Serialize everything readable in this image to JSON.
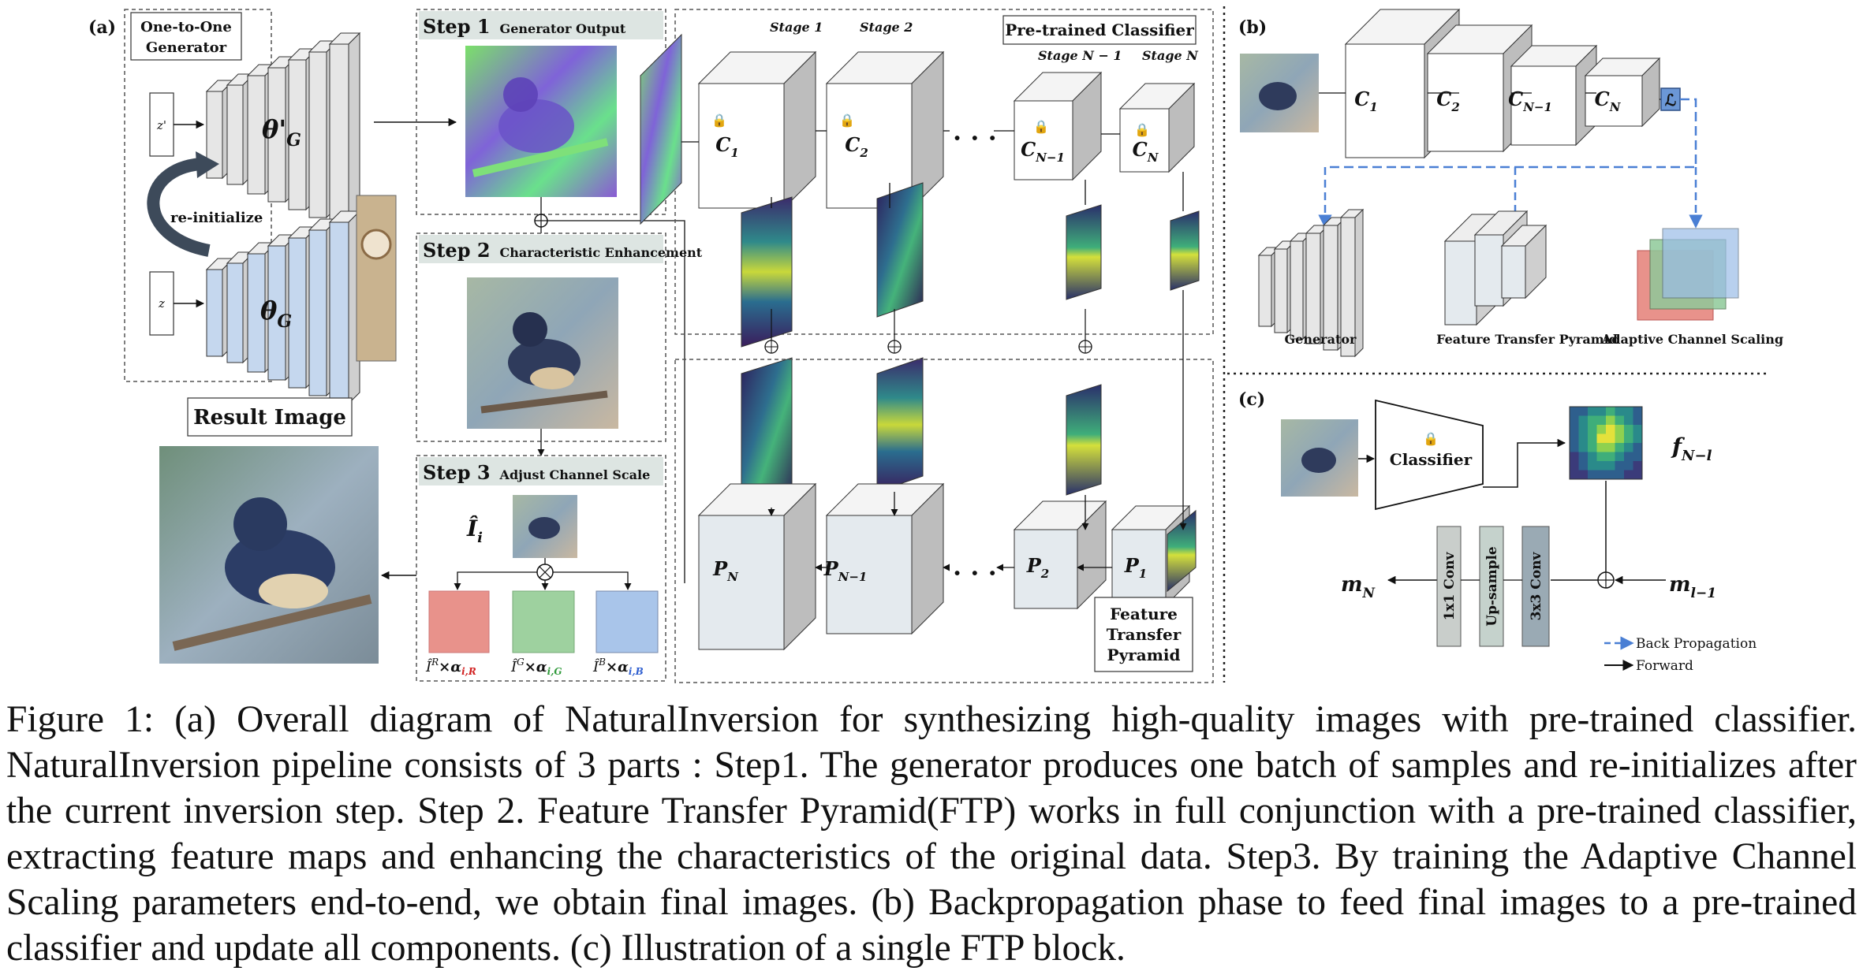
{
  "panel_a": {
    "label": "(a)",
    "generator_title_l1": "One-to-One",
    "generator_title_l2": "Generator",
    "z_prime": "z'",
    "z": "z",
    "theta_prime": "θ'",
    "theta": "θ",
    "theta_sub": "G",
    "reinit_label": "re-initialize",
    "step1_num": "Step 1",
    "step1_title": "Generator Output",
    "step2_num": "Step 2",
    "step2_title": "Characteristic Enhancement",
    "step3_num": "Step 3",
    "step3_title": "Adjust Channel Scale",
    "result_title": "Result Image",
    "i_hat": "Î",
    "i_sub": "i",
    "classifier_title": "Pre-trained Classifier",
    "stage1": "Stage 1",
    "stage2": "Stage 2",
    "stageN1": "Stage N − 1",
    "stageN": "Stage N",
    "c1": "C",
    "c1_sub": "1",
    "c2": "C",
    "c2_sub": "2",
    "cN1": "C",
    "cN1_sub": "N−1",
    "cN": "C",
    "cN_sub": "N",
    "pN": "P",
    "pN_sub": "N",
    "pN1": "P",
    "pN1_sub": "N−1",
    "p2": "P",
    "p2_sub": "2",
    "p1": "P",
    "p1_sub": "1",
    "ellipsis": "· · ·",
    "ftp_l1": "Feature",
    "ftp_l2": "Transfer",
    "ftp_l3": "Pyramid",
    "scale_R_label": "×α",
    "scale_R_sub": "i,R",
    "scale_G_sub": "i,G",
    "scale_B_sub": "i,B",
    "ch_R": "R",
    "ch_G": "G",
    "ch_B": "B"
  },
  "panel_b": {
    "label": "(b)",
    "c1": "C",
    "c1_sub": "1",
    "c2": "C",
    "c2_sub": "2",
    "cN1": "C",
    "cN1_sub": "N−1",
    "cN": "C",
    "cN_sub": "N",
    "loss": "ℒ",
    "generator": "Generator",
    "ftp": "Feature Transfer Pyramid",
    "acs": "Adaptive Channel Scaling"
  },
  "panel_c": {
    "label": "(c)",
    "classifier": "Classifier",
    "f_label": "f",
    "f_sub": "N−l",
    "conv1": "1x1 Conv",
    "upsample": "Up-sample",
    "conv3": "3x3 Conv",
    "m_N": "m",
    "m_N_sub": "N",
    "m_l": "m",
    "m_l_sub": "l−1",
    "legend_back": "Back Propagation",
    "legend_fwd": "Forward"
  },
  "colors": {
    "gray_block": "#e6e6e6",
    "blue_block": "#c5d7ee",
    "ftp_block": "#e4eaee",
    "red_box": "#e8928b",
    "green_box": "#9ed19f",
    "blue_box": "#a9c5ea",
    "dashed_blue": "#4a7fd4",
    "conv1_fill": "#c9cecb",
    "upsample_fill": "#c5d2cc",
    "conv3_fill": "#9aaab4"
  },
  "caption": "Figure 1: (a) Overall diagram of NaturalInversion for synthesizing high-quality images with pre-trained classifier. NaturalInversion pipeline consists of 3 parts : Step1. The generator produces one batch of samples and re-initializes after the current inversion step. Step 2. Feature Transfer Pyramid(FTP) works in full conjunction with a pre-trained classifier, extracting feature maps and enhancing the characteristics of the original data. Step3. By training the Adaptive Channel Scaling parameters end-to-end, we obtain final images. (b) Backpropagation phase to feed final images to a pre-trained classifier and update all components. (c) Illustration of a single FTP block."
}
